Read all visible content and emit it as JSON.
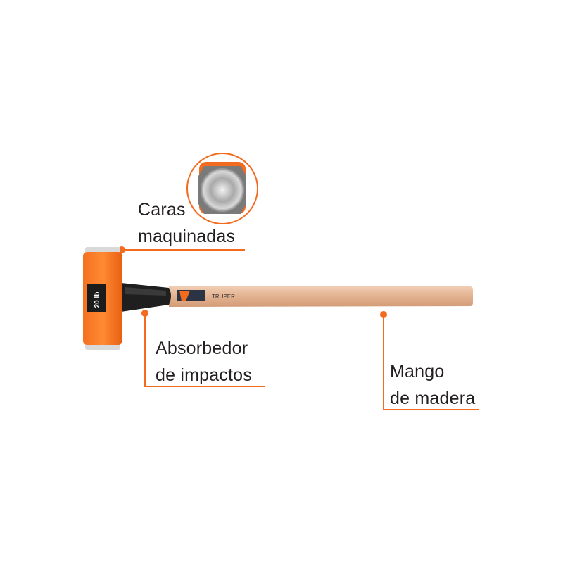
{
  "colors": {
    "accent": "#f26b1f",
    "text": "#231f20",
    "wood": "#e8bd9d",
    "grip": "#1e1e1e"
  },
  "callouts": [
    {
      "line1": "Caras",
      "line2": "maquinadas"
    },
    {
      "line1": "Absorbedor",
      "line2": "de impactos"
    },
    {
      "line1": "Mango",
      "line2": "de madera"
    }
  ],
  "product": {
    "weight_label": "20 lb",
    "brand": "TRUPER"
  }
}
